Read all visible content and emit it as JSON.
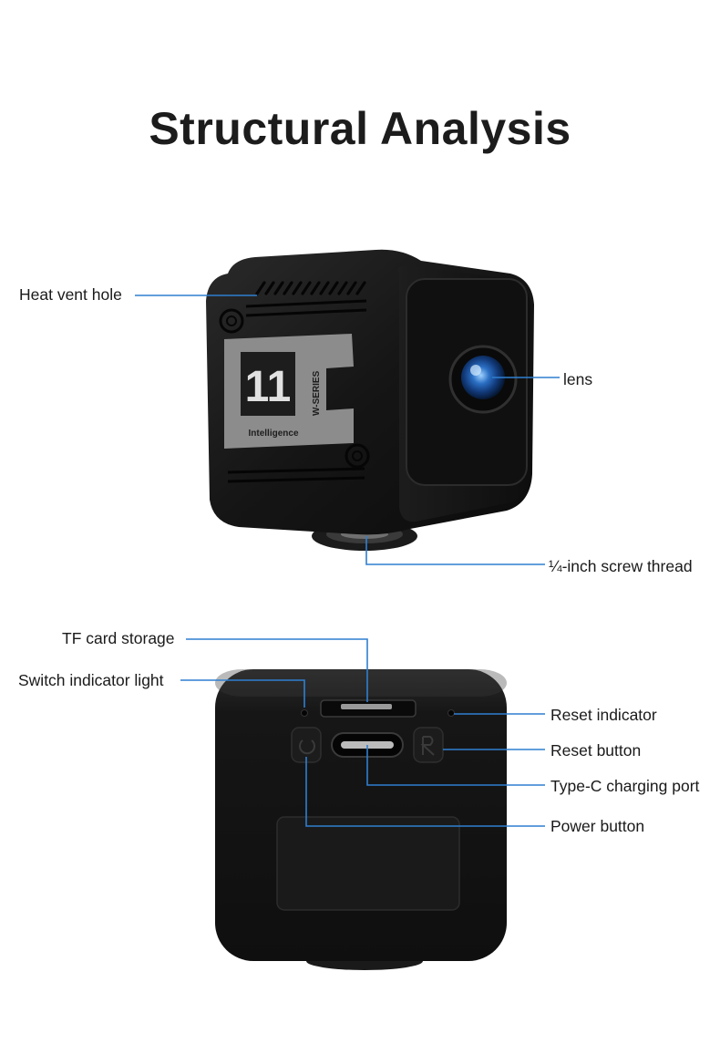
{
  "title": "Structural Analysis",
  "device_branding": {
    "model_number": "11",
    "series": "W-SERIES",
    "tagline": "Intelligence"
  },
  "callouts": {
    "heat_vent": "Heat vent hole",
    "lens": "lens",
    "screw_thread": "¼-inch screw thread",
    "tf_card": "TF card storage",
    "switch_indicator": "Switch indicator light",
    "reset_indicator": "Reset indicator",
    "reset_button": "Reset button",
    "type_c": "Type-C charging port",
    "power_button": "Power button"
  },
  "colors": {
    "leader_line": "#2f7fd0",
    "device_body": "#161616",
    "logo_plate": "#8c8c8c"
  }
}
